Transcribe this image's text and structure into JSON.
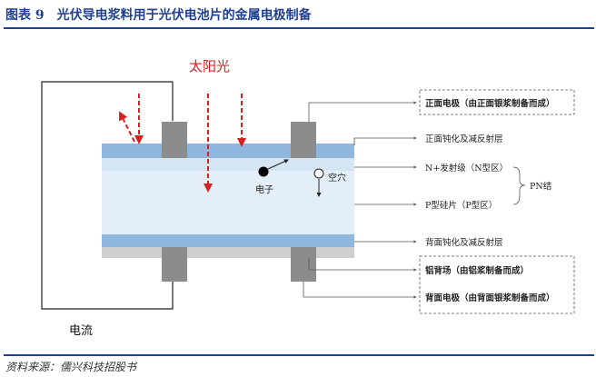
{
  "header": {
    "title": "图表 9　光伏导电浆料用于光伏电池片的金属电极制备"
  },
  "diagram": {
    "sunlight_label": "太阳光",
    "current_label": "电流",
    "electron_label": "电子",
    "hole_label": "空穴",
    "labels": {
      "front_electrode": "正面电极（由正面银浆制备而成）",
      "front_passivation": "正面钝化及减反射层",
      "n_emitter": "N+发射级（N型区）",
      "p_wafer": "P型硅片（P型区）",
      "pn_junction": "PN结",
      "back_passivation": "背面钝化及减反射层",
      "al_bsf": "铝背场（由铝浆制备而成）",
      "back_electrode": "背面电极（由背面银浆制备而成）"
    },
    "colors": {
      "sunlight": "#d81e1e",
      "passivation": "#8fb6de",
      "n_region": "#d4e5f4",
      "p_region": "#e3eef8",
      "electrode": "#8c8c8c",
      "title": "#1f3f8f"
    }
  },
  "footer": {
    "source": "资料来源：儒兴科技招股书"
  }
}
